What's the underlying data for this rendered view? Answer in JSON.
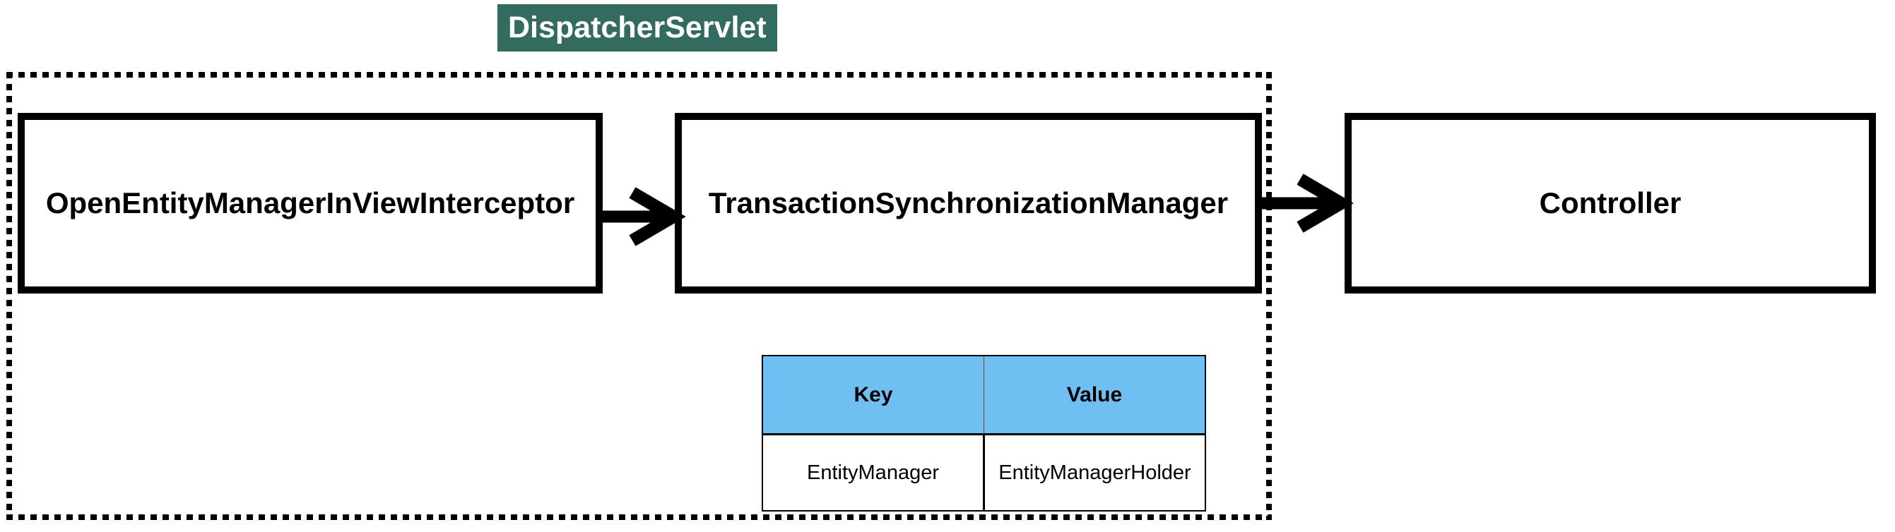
{
  "diagram": {
    "container_label": "DispatcherServlet",
    "nodes": [
      {
        "label": "OpenEntityManagerInViewInterceptor"
      },
      {
        "label": "TransactionSynchronizationManager"
      },
      {
        "label": "Controller"
      }
    ],
    "table": {
      "columns": [
        "Key",
        "Value"
      ],
      "rows": [
        [
          "EntityManager",
          "EntityManagerHolder"
        ]
      ]
    },
    "colors": {
      "title_chip_bg": "#336B60",
      "title_chip_text": "#FFFFFF",
      "table_header_bg": "#6FBFF3",
      "line": "#000000",
      "background": "#FFFFFF"
    }
  }
}
